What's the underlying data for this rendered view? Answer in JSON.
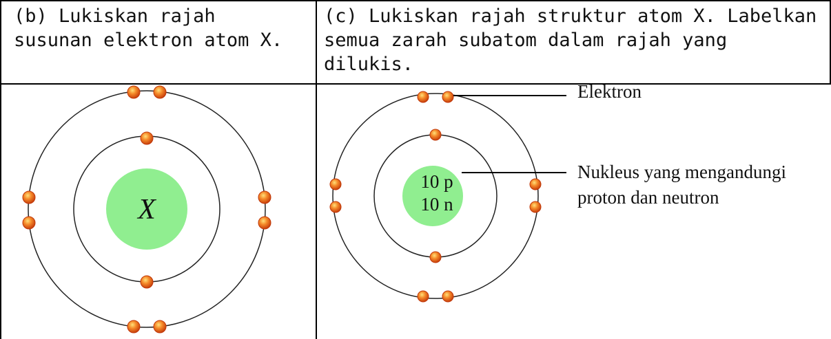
{
  "header": {
    "b": "(b) Lukiskan rajah\nsusunan elektron atom X.",
    "c": "(c) Lukiskan rajah struktur atom X. Labelkan\nsemua zarah subatom dalam rajah yang\ndilukis."
  },
  "diagram_b": {
    "nucleus_label": "X",
    "nucleus_color": "#90ee90",
    "electron_color": "#f07020"
  },
  "diagram_c": {
    "protons": "10 p",
    "neutrons": "10 n",
    "label_electron": "Elektron",
    "label_nucleus_line1": "Nukleus yang mengandungi",
    "label_nucleus_line2": "proton dan neutron"
  }
}
